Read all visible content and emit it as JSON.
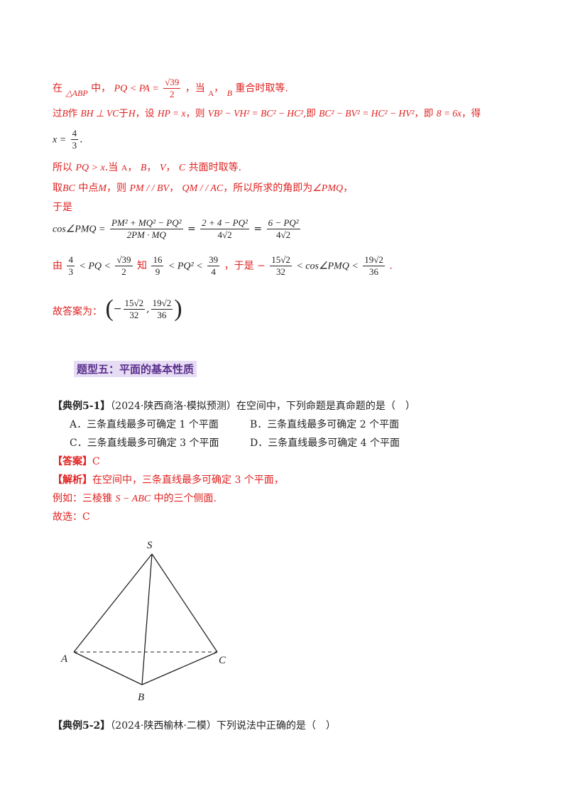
{
  "solution_top": {
    "l1": {
      "pre": "在",
      "tri": "△ABP",
      "mid": "中，",
      "ineq": "PQ < PA =",
      "num": "√39",
      "den": "2",
      "post1": "，当",
      "A": "A",
      "comma": "，",
      "B": "B",
      "post2": "重合时取等."
    },
    "l2": {
      "pre": "过",
      "B": "B",
      "zuo": "作",
      "bh": "BH ⊥ VC",
      "yu": "于",
      "H": "H",
      "she": "，设",
      "hp": "HP = x",
      "ze": "，则",
      "eq1": "VB² − VH² = BC² − HC²",
      "ji": ",即",
      "eq2": "BC² − BV² = HC² − HV²",
      "ji2": "，即",
      "eq3": "8 = 6x",
      "de": "，得"
    },
    "l3": {
      "x": "x =",
      "num": "4",
      "den": "3",
      "end": "."
    },
    "l4": {
      "pre": "所以",
      "ineq": "PQ > x",
      "dang": ".当",
      "A": "A",
      "B": "B",
      "V": "V",
      "C": "C",
      "post": "共面时取等."
    },
    "l5": {
      "pre": "取",
      "bc": "BC",
      "mid": "中点",
      "M": "M",
      "ze": "，则",
      "p1": "PM / / BV",
      "p2": "QM / / AC",
      "post": "，所以所求的角即为",
      "ang": "∠PMQ",
      "end": "，"
    },
    "l6": "于是",
    "l7": {
      "cos": "cos∠PMQ =",
      "n1": "PM² + MQ² − PQ²",
      "d1": "2PM · MQ",
      "n2": "2 + 4 − PQ²",
      "d2": "4√2",
      "n3": "6 − PQ²",
      "d3": "4√2"
    },
    "l8": {
      "you": "由",
      "a1": "4",
      "b1": "3",
      "lt": "< PQ <",
      "a2": "√39",
      "b2": "2",
      "zhi": "知",
      "a3": "16",
      "b3": "9",
      "lt2": "< PQ² <",
      "a4": "39",
      "b4": "4",
      "yushi": "，于是 −",
      "a5": "15√2",
      "b5": "32",
      "lt3": "< cos∠PMQ <",
      "a6": "19√2",
      "b6": "36",
      "end": "."
    },
    "l9": {
      "pre": "故答案为：",
      "n1": "15√2",
      "d1": "32",
      "n2": "19√2",
      "d2": "36"
    }
  },
  "section_heading": "题型五：平面的基本性质",
  "example1": {
    "tag": "【典例5-1】",
    "source": "（2024·陕西商洛·模拟预测）在空间中，下列命题是真命题的是（　）",
    "options": {
      "A": "A．三条直线最多可确定 1 个平面",
      "B": "B．三条直线最多可确定 2 个平面",
      "C": "C．三条直线最多可确定 3 个平面",
      "D": "D．三条直线最多可确定 4 个平面"
    },
    "answer_tag": "【答案】",
    "answer": "C",
    "analysis_tag": "【解析】",
    "analysis": "在空间中，三条直线最多可确定 3 个平面，",
    "example_text_pre": "例如：三棱锥",
    "example_text_math": "S − ABC",
    "example_text_post": "中的三个侧面.",
    "choose": "故选：C"
  },
  "figure": {
    "labels": {
      "S": "S",
      "A": "A",
      "B": "B",
      "C": "C"
    }
  },
  "example2": {
    "tag": "【典例5-2】",
    "source": "（2024·陕西榆林·二模）下列说法中正确的是（　）"
  }
}
